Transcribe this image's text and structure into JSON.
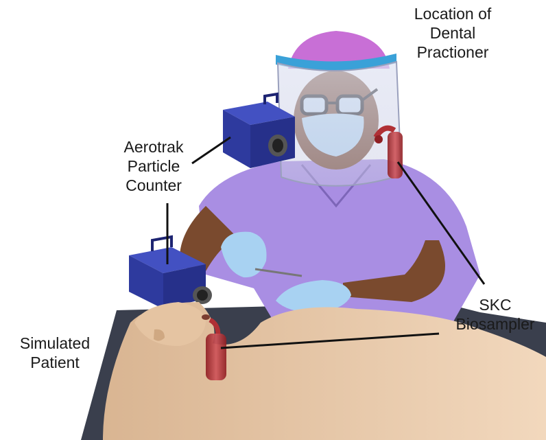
{
  "labels": {
    "practitioner": [
      "Location of",
      "Dental",
      "Practioner"
    ],
    "counter": [
      "Aerotrak",
      "Particle",
      "Counter"
    ],
    "sampler": [
      "SKC",
      "Biosampler"
    ],
    "patient": [
      "Simulated",
      "Patient"
    ]
  },
  "colors": {
    "scrubs": "#a98ee3",
    "cap": "#c86fd6",
    "skin_dark": "#7a4a2e",
    "mannequin": "#e9c9a8",
    "table": "#3a3f4d",
    "counter_box": "#2e3a9e",
    "sampler": "#c23a3a",
    "gloves": "#a8d2f2",
    "mask": "#b9dcf3",
    "leader_line": "#111111"
  }
}
